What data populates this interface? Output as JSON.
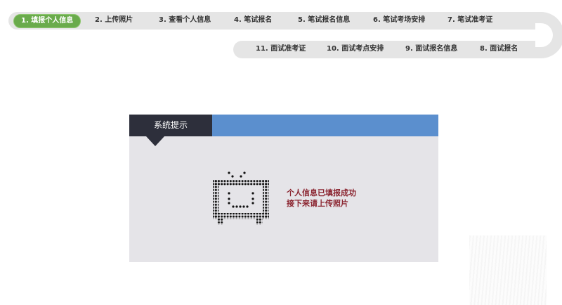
{
  "steps": {
    "s1": "1. 填报个人信息",
    "s2": "2. 上传照片",
    "s3": "3. 查看个人信息",
    "s4": "4. 笔试报名",
    "s5": "5. 笔试报名信息",
    "s6": "6. 笔试考场安排",
    "s7": "7. 笔试准考证",
    "s8": "8. 面试报名",
    "s9": "9. 面试报名信息",
    "s10": "10. 面试考点安排",
    "s11": "11. 面试准考证"
  },
  "active_step": "1. 填报个人信息",
  "colors": {
    "active": "#6aab4c",
    "panel_header": "#5b8fce",
    "panel_tab": "#2d2f3b",
    "message": "#8b2530"
  },
  "dialog": {
    "title": "系统提示",
    "icon": "tv-icon",
    "message_line1": "个人信息已填报成功",
    "message_line2": "接下来请上传照片"
  }
}
